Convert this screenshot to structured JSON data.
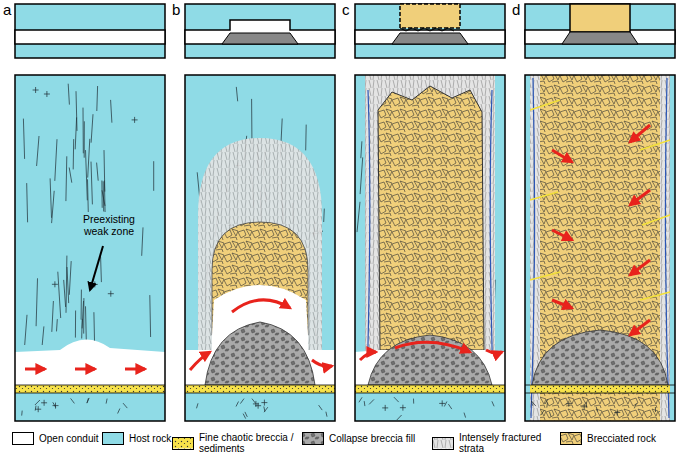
{
  "diagram": {
    "labels": [
      "a",
      "b",
      "c",
      "d",
      "Preexisting weak zone"
    ],
    "legend": [
      {
        "text": "Open conduit",
        "color": "#ffffff"
      },
      {
        "text": "Host rock",
        "color": "#8fdbe6"
      },
      {
        "text": "Fine chaotic breccia / sediments"
      },
      {
        "text": "Collapse breccia fill"
      },
      {
        "text": "Intensely fractured strata"
      },
      {
        "text": "Brecciated rock"
      }
    ]
  }
}
